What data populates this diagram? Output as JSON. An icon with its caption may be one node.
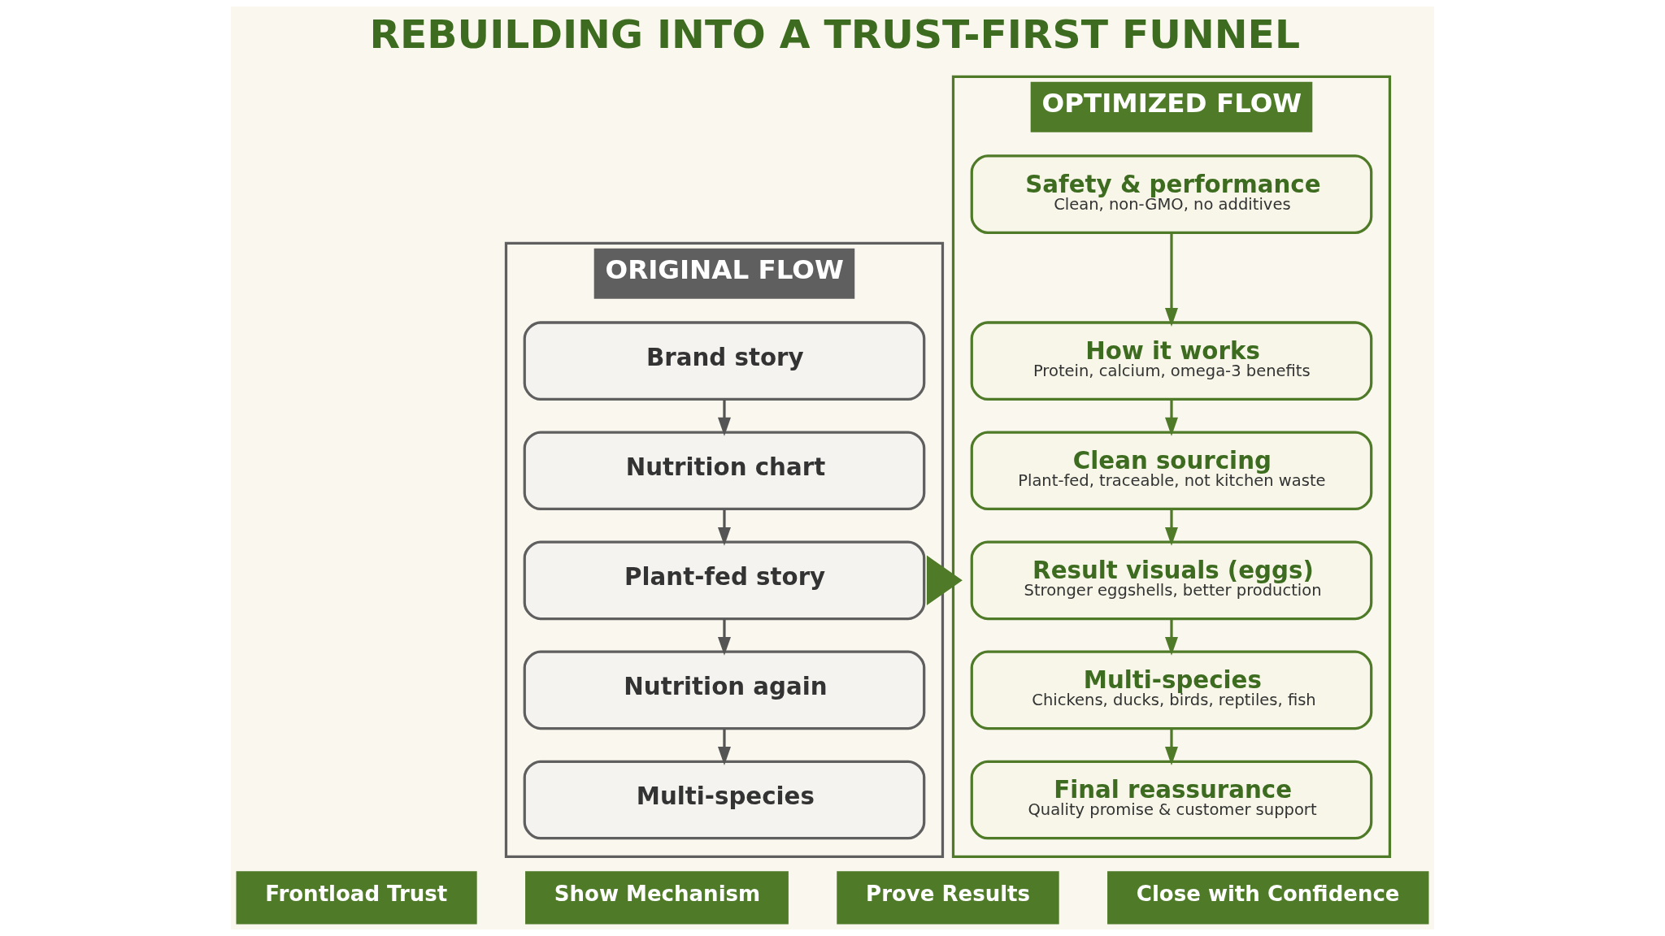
{
  "diagram": {
    "title": "REBUILDING INTO A TRUST-FIRST FUNNEL",
    "nodes": [
      {
        "text": [
          "ORIGINAL FLOW"
        ]
      },
      {
        "text": [
          "Brand story"
        ],
        "in": 0
      },
      {
        "text": [
          "Nutrition chart"
        ],
        "in": 0
      },
      {
        "text": [
          "Plant-fed story"
        ],
        "in": 0
      },
      {
        "text": [
          "Nutrition again"
        ],
        "in": 0
      },
      {
        "text": [
          "Multi-species"
        ],
        "in": 0
      },
      {
        "text": [
          "OPTIMIZED FLOW"
        ]
      },
      {
        "text": [
          "Safety & performance",
          "Clean, non-GMO, no additives"
        ],
        "in": 6
      },
      {
        "text": [
          "How it works",
          "Protein, calcium, omega-3 benefits"
        ],
        "in": 6
      },
      {
        "text": [
          "Clean sourcing",
          "Plant-fed, traceable, not kitchen waste"
        ],
        "in": 6
      },
      {
        "text": [
          "Result visuals (eggs)",
          "Stronger eggshells, better production"
        ],
        "in": 6
      },
      {
        "text": [
          "Multi-species",
          "Chickens, ducks, birds, reptiles, fish"
        ],
        "in": 6
      },
      {
        "text": [
          "Final reassurance",
          "Quality promise & customer support"
        ],
        "in": 6
      }
    ],
    "edges": [
      {
        "from": 1,
        "to": 2,
        "arrow": "to",
        "color": "#555555"
      },
      {
        "from": 2,
        "to": 3,
        "arrow": "to",
        "color": "#555555"
      },
      {
        "from": 3,
        "to": 4,
        "arrow": "to",
        "color": "#555555"
      },
      {
        "from": 4,
        "to": 5,
        "arrow": "to",
        "color": "#555555"
      },
      {
        "from": 0,
        "to": 6,
        "arrow": "to",
        "style": "thick"
      },
      {
        "from": 7,
        "to": 8,
        "arrow": "to"
      },
      {
        "from": 8,
        "to": 9,
        "arrow": "to"
      },
      {
        "from": 9,
        "to": 10,
        "arrow": "to"
      },
      {
        "from": 10,
        "to": 11,
        "arrow": "to"
      },
      {
        "from": 11,
        "to": 12,
        "arrow": "to"
      }
    ],
    "labels": [
      "Frontload Trust",
      "Show Mechanism",
      "Prove Results",
      "Close with Confidence"
    ]
  }
}
